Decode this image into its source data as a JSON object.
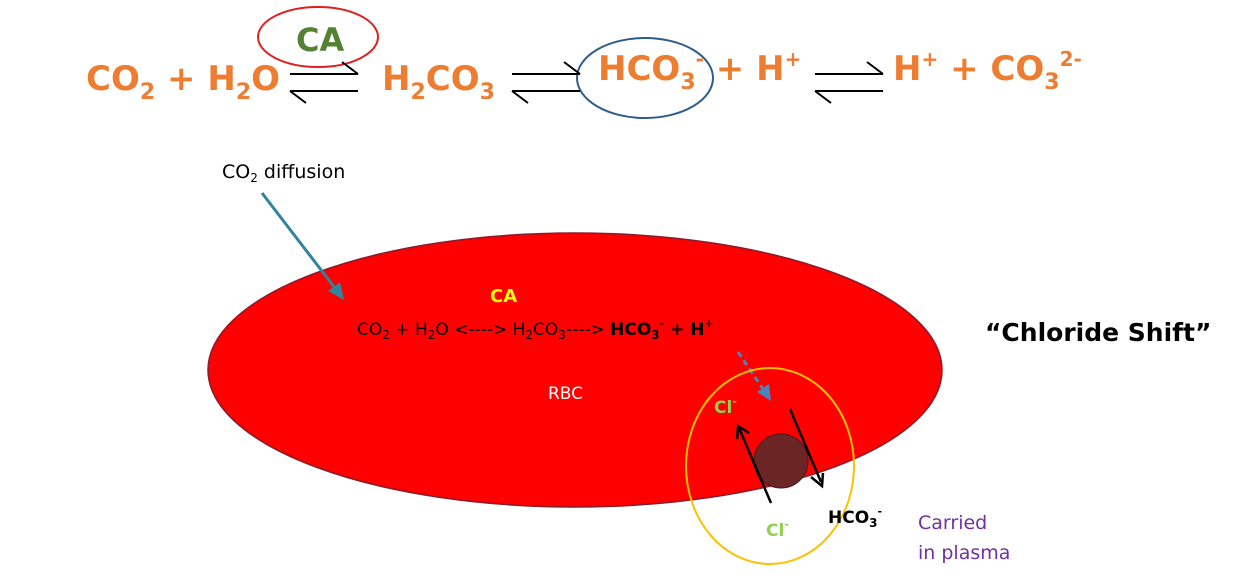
{
  "equation": {
    "co2": "CO",
    "co2_sub": "2",
    "plus1": "+",
    "h2o_h": "H",
    "h2o_sub": "2",
    "h2o_o": "O",
    "enzyme": "CA",
    "h2co3_h": "H",
    "h2co3_sub": "2",
    "h2co3_rest": "CO",
    "h2co3_sub2": "3",
    "hco3": "HCO",
    "hco3_sub": "3",
    "hco3_sup": "-",
    "plus2": "+",
    "hplus": "H",
    "hplus_sup": "+",
    "hplus2": "H",
    "hplus2_sup": "+",
    "plus3": "+",
    "co3": "CO",
    "co3_sub": "3",
    "co3_sup": "2-"
  },
  "diffusion_label": {
    "text": "CO",
    "sub": "2",
    "rest": " diffusion"
  },
  "rbc": {
    "enzyme": "CA",
    "reaction": {
      "co2": "CO",
      "co2_sub": "2",
      "mid1": " + H",
      "h2o_sub": "2",
      "mid2": "O <----> H",
      "h2co3_sub": "2",
      "co3": "CO",
      "co3_sub": "3",
      "arrow": "----> ",
      "hco3": "HCO",
      "hco3_sub": "3",
      "hco3_sup": "-",
      "plus_h": " + H",
      "h_sup": "+"
    },
    "label": "RBC"
  },
  "exchanger": {
    "cl_in": "Cl",
    "cl_in_sup": "-",
    "cl_out": "Cl",
    "cl_out_sup": "-",
    "hco3_out": "HCO",
    "hco3_out_sub": "3",
    "hco3_out_sup": "-"
  },
  "plasma_note": {
    "line1": "Carried",
    "line2": "in plasma"
  },
  "title": "“Chloride Shift”",
  "colors": {
    "equation": "#ED7D31",
    "enzyme_top": "#548235",
    "enzyme_rbc": "#FFFF00",
    "rbc_fill": "#FF0000",
    "chloride": "#92D050",
    "plasma_note": "#7030A0",
    "exchanger_circle": "#FFC000",
    "diffusion_arrow": "#31849B"
  }
}
